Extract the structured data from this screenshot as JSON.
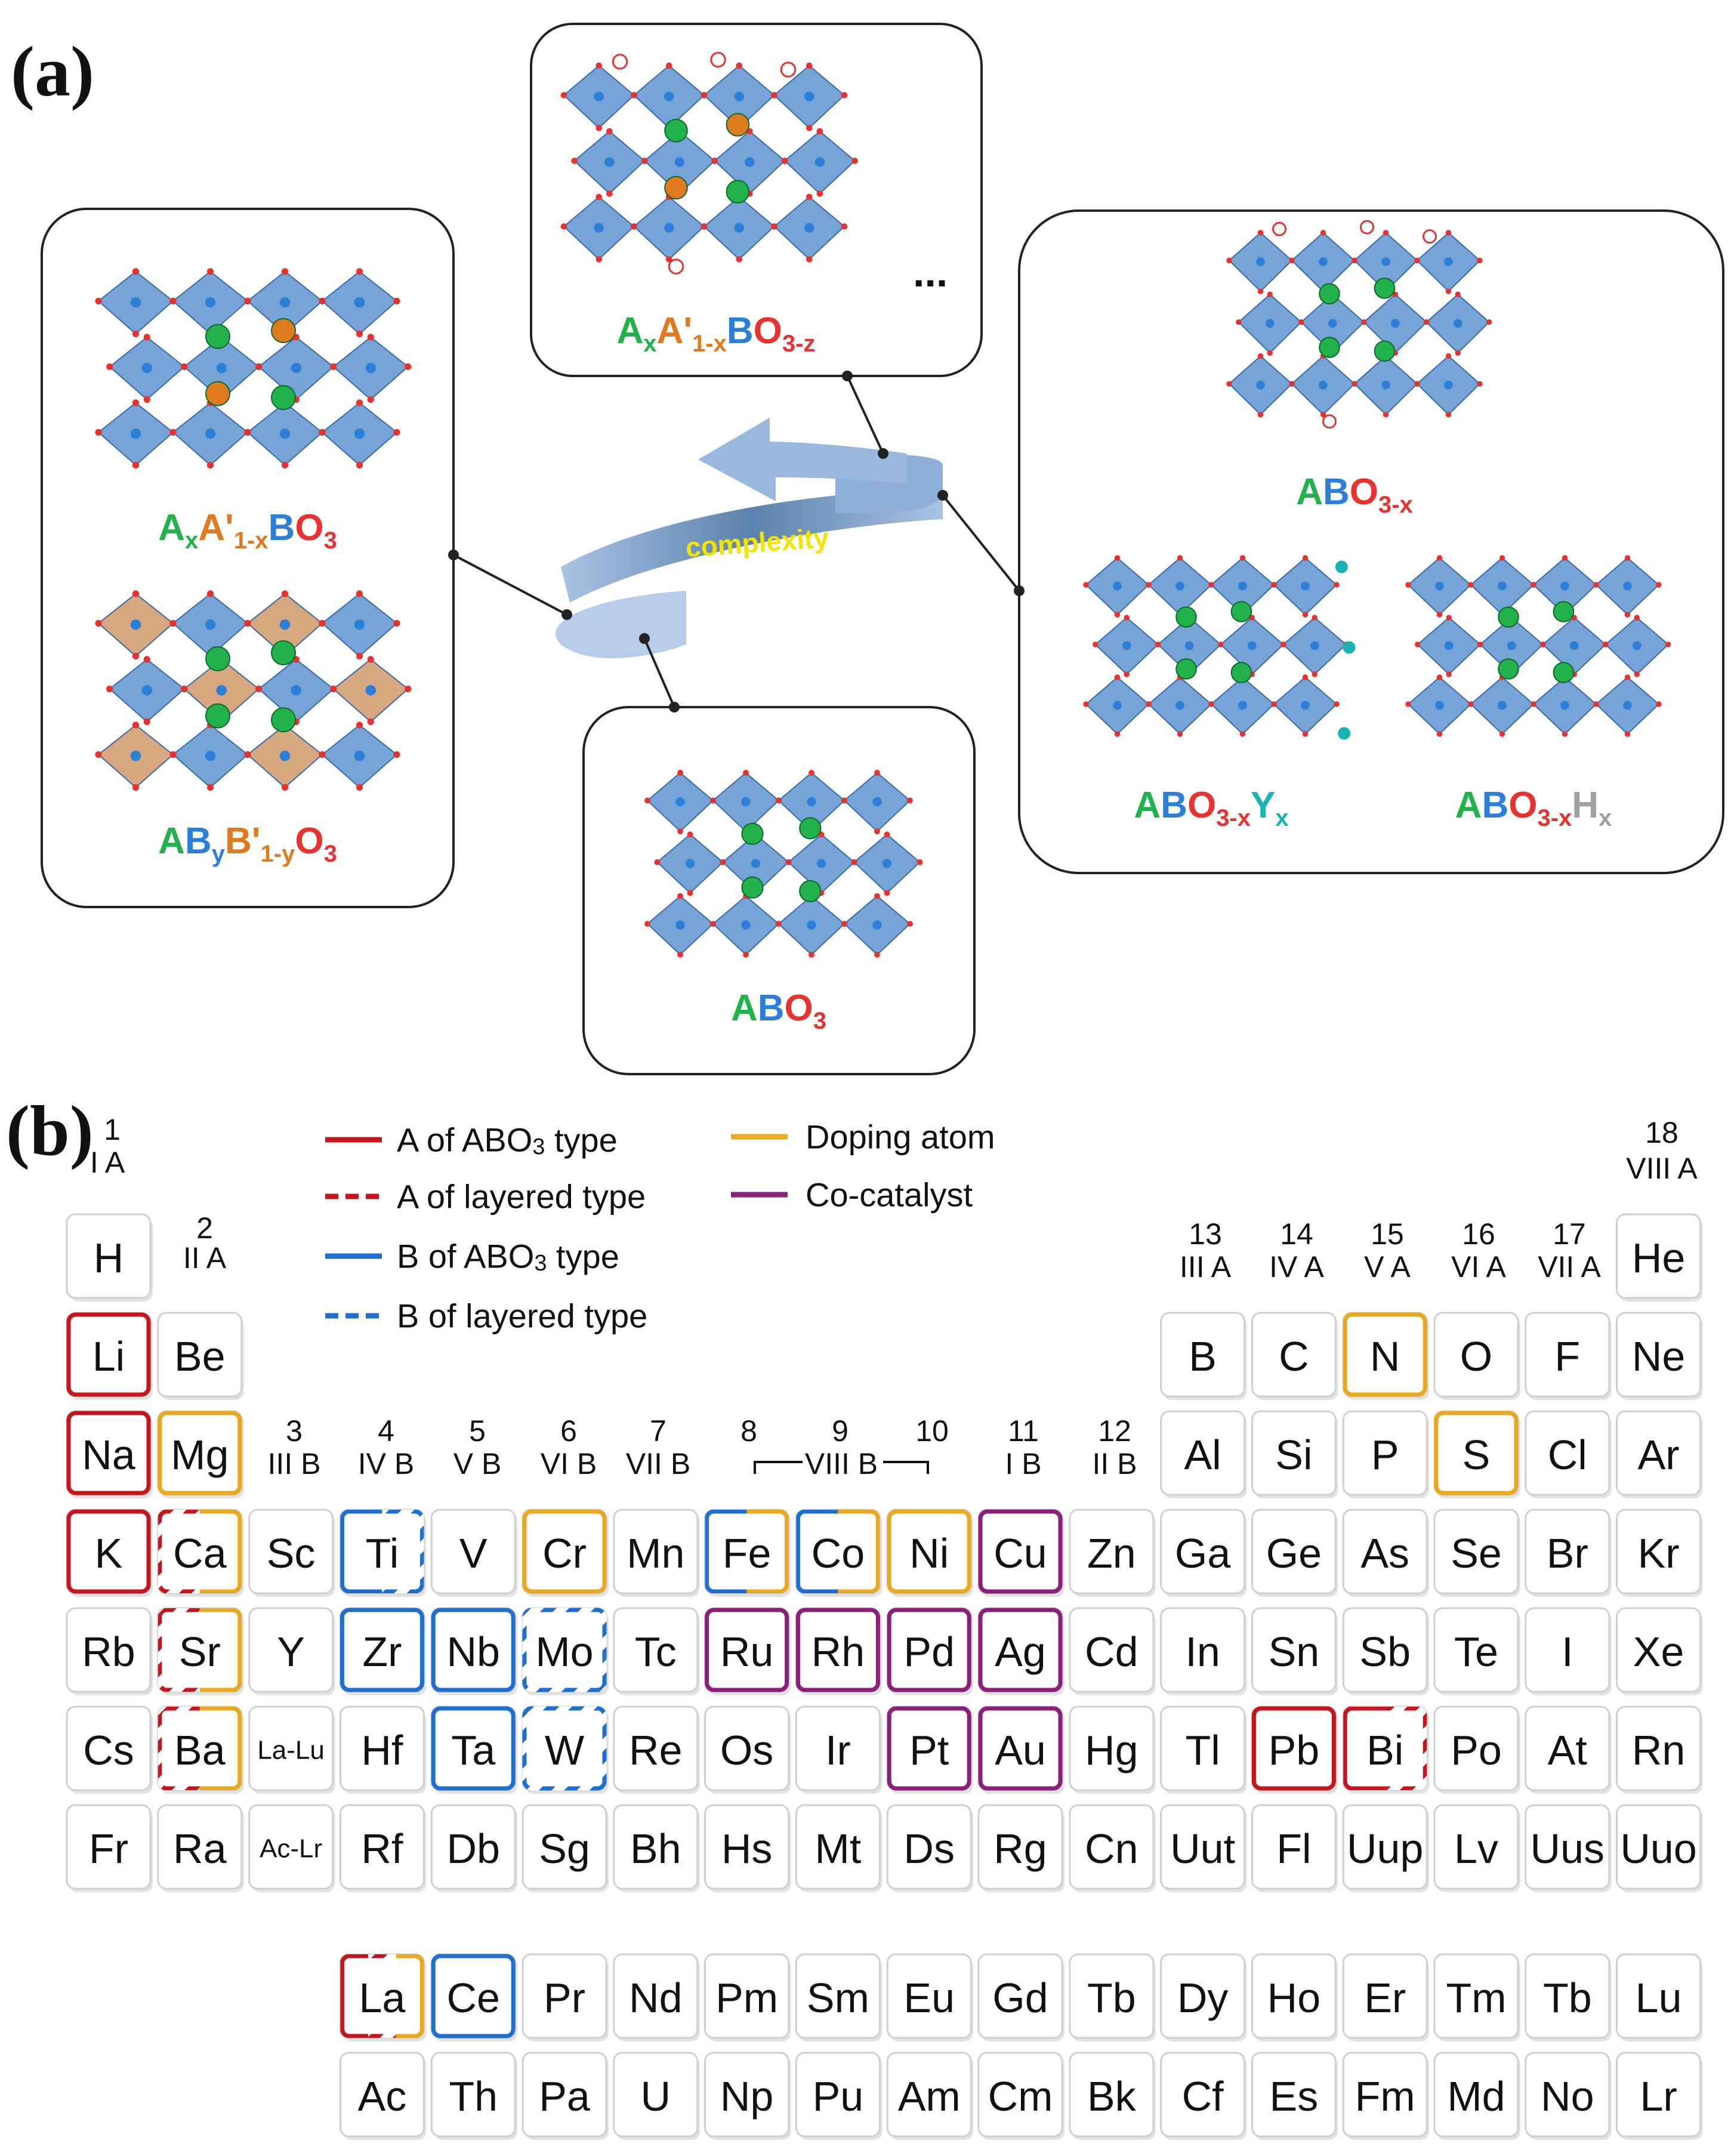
{
  "panel_a": {
    "label": "(a)",
    "center_formula": "ABO3",
    "left_formulas": [
      "AxA'1-xBO3",
      "AByB'1-yO3"
    ],
    "top_formula": "AxA'1-xBO3-z",
    "ellipsis": "...",
    "right_formulas": [
      "ABO3-x",
      "ABO3-xYx",
      "ABO3-xHx"
    ],
    "arrow_label": "complexity",
    "colors": {
      "A": "#22b24c",
      "Aprime": "#e07a1f",
      "B": "#2b7fd9",
      "O": "#e8322f",
      "Y": "#19b3b3",
      "H": "#a0a0a0",
      "octa": "#4a86c8",
      "octa2": "#c98a55",
      "arrow": "#6f93c0",
      "arrow_text": "#f4e400"
    }
  },
  "panel_b": {
    "label": "(b)",
    "legend": {
      "a_abo3": "A of ABO3 type",
      "a_layered": "A of layered type",
      "b_abo3": "B of ABO3 type",
      "b_layered": "B of layered type",
      "doping": "Doping atom",
      "cocat": "Co-catalyst"
    },
    "group_labels": {
      "g1": "1",
      "g1b": "I A",
      "g2": "2",
      "g2b": "II A",
      "g3": "3",
      "g3b": "III B",
      "g4": "4",
      "g4b": "IV B",
      "g5": "5",
      "g5b": "V B",
      "g6": "6",
      "g6b": "VI B",
      "g7": "7",
      "g7b": "VII B",
      "g8": "8",
      "g9": "9",
      "g10": "10",
      "g8b": "VIII B",
      "g11": "11",
      "g11b": "I B",
      "g12": "12",
      "g12b": "II B",
      "g13": "13",
      "g13b": "III A",
      "g14": "14",
      "g14b": "IV A",
      "g15": "15",
      "g15b": "V A",
      "g16": "16",
      "g16b": "VI A",
      "g17": "17",
      "g17b": "VII A",
      "g18": "18",
      "g18b": "VIII A"
    },
    "colors": {
      "red": "#c4161c",
      "blue": "#1f6fd1",
      "yellow": "#e9a81d",
      "purple": "#8b1f7a"
    },
    "elements": [
      {
        "s": "H",
        "r": 0,
        "c": 0
      },
      {
        "s": "He",
        "r": 0,
        "c": 17
      },
      {
        "s": "Li",
        "r": 1,
        "c": 0,
        "m": [
          "red"
        ]
      },
      {
        "s": "Be",
        "r": 1,
        "c": 1
      },
      {
        "s": "B",
        "r": 1,
        "c": 12
      },
      {
        "s": "C",
        "r": 1,
        "c": 13
      },
      {
        "s": "N",
        "r": 1,
        "c": 14,
        "m": [
          "yellow"
        ]
      },
      {
        "s": "O",
        "r": 1,
        "c": 15
      },
      {
        "s": "F",
        "r": 1,
        "c": 16
      },
      {
        "s": "Ne",
        "r": 1,
        "c": 17
      },
      {
        "s": "Na",
        "r": 2,
        "c": 0,
        "m": [
          "red"
        ]
      },
      {
        "s": "Mg",
        "r": 2,
        "c": 1,
        "m": [
          "yellow"
        ]
      },
      {
        "s": "Al",
        "r": 2,
        "c": 12
      },
      {
        "s": "Si",
        "r": 2,
        "c": 13
      },
      {
        "s": "P",
        "r": 2,
        "c": 14
      },
      {
        "s": "S",
        "r": 2,
        "c": 15,
        "m": [
          "yellow"
        ]
      },
      {
        "s": "Cl",
        "r": 2,
        "c": 16
      },
      {
        "s": "Ar",
        "r": 2,
        "c": 17
      },
      {
        "s": "K",
        "r": 3,
        "c": 0,
        "m": [
          "red"
        ]
      },
      {
        "s": "Ca",
        "r": 3,
        "c": 1,
        "m": [
          "red-d",
          "yellow"
        ]
      },
      {
        "s": "Sc",
        "r": 3,
        "c": 2
      },
      {
        "s": "Ti",
        "r": 3,
        "c": 3,
        "m": [
          "blue",
          "blue-d"
        ]
      },
      {
        "s": "V",
        "r": 3,
        "c": 4
      },
      {
        "s": "Cr",
        "r": 3,
        "c": 5,
        "m": [
          "yellow"
        ]
      },
      {
        "s": "Mn",
        "r": 3,
        "c": 6
      },
      {
        "s": "Fe",
        "r": 3,
        "c": 7,
        "m": [
          "blue",
          "yellow"
        ]
      },
      {
        "s": "Co",
        "r": 3,
        "c": 8,
        "m": [
          "blue",
          "yellow"
        ]
      },
      {
        "s": "Ni",
        "r": 3,
        "c": 9,
        "m": [
          "yellow"
        ]
      },
      {
        "s": "Cu",
        "r": 3,
        "c": 10,
        "m": [
          "purple"
        ]
      },
      {
        "s": "Zn",
        "r": 3,
        "c": 11
      },
      {
        "s": "Ga",
        "r": 3,
        "c": 12
      },
      {
        "s": "Ge",
        "r": 3,
        "c": 13
      },
      {
        "s": "As",
        "r": 3,
        "c": 14
      },
      {
        "s": "Se",
        "r": 3,
        "c": 15
      },
      {
        "s": "Br",
        "r": 3,
        "c": 16
      },
      {
        "s": "Kr",
        "r": 3,
        "c": 17
      },
      {
        "s": "Rb",
        "r": 4,
        "c": 0
      },
      {
        "s": "Sr",
        "r": 4,
        "c": 1,
        "m": [
          "red-d",
          "yellow"
        ]
      },
      {
        "s": "Y",
        "r": 4,
        "c": 2
      },
      {
        "s": "Zr",
        "r": 4,
        "c": 3,
        "m": [
          "blue"
        ]
      },
      {
        "s": "Nb",
        "r": 4,
        "c": 4,
        "m": [
          "blue"
        ]
      },
      {
        "s": "Mo",
        "r": 4,
        "c": 5,
        "m": [
          "blue-d"
        ]
      },
      {
        "s": "Tc",
        "r": 4,
        "c": 6
      },
      {
        "s": "Ru",
        "r": 4,
        "c": 7,
        "m": [
          "purple"
        ]
      },
      {
        "s": "Rh",
        "r": 4,
        "c": 8,
        "m": [
          "purple"
        ]
      },
      {
        "s": "Pd",
        "r": 4,
        "c": 9,
        "m": [
          "purple"
        ]
      },
      {
        "s": "Ag",
        "r": 4,
        "c": 10,
        "m": [
          "purple"
        ]
      },
      {
        "s": "Cd",
        "r": 4,
        "c": 11
      },
      {
        "s": "In",
        "r": 4,
        "c": 12
      },
      {
        "s": "Sn",
        "r": 4,
        "c": 13
      },
      {
        "s": "Sb",
        "r": 4,
        "c": 14
      },
      {
        "s": "Te",
        "r": 4,
        "c": 15
      },
      {
        "s": "I",
        "r": 4,
        "c": 16
      },
      {
        "s": "Xe",
        "r": 4,
        "c": 17
      },
      {
        "s": "Cs",
        "r": 5,
        "c": 0
      },
      {
        "s": "Ba",
        "r": 5,
        "c": 1,
        "m": [
          "red-d",
          "yellow"
        ]
      },
      {
        "s": "La-Lu",
        "r": 5,
        "c": 2,
        "small": true
      },
      {
        "s": "Hf",
        "r": 5,
        "c": 3
      },
      {
        "s": "Ta",
        "r": 5,
        "c": 4,
        "m": [
          "blue"
        ]
      },
      {
        "s": "W",
        "r": 5,
        "c": 5,
        "m": [
          "blue-d"
        ]
      },
      {
        "s": "Re",
        "r": 5,
        "c": 6
      },
      {
        "s": "Os",
        "r": 5,
        "c": 7
      },
      {
        "s": "Ir",
        "r": 5,
        "c": 8
      },
      {
        "s": "Pt",
        "r": 5,
        "c": 9,
        "m": [
          "purple"
        ]
      },
      {
        "s": "Au",
        "r": 5,
        "c": 10,
        "m": [
          "purple"
        ]
      },
      {
        "s": "Hg",
        "r": 5,
        "c": 11
      },
      {
        "s": "Tl",
        "r": 5,
        "c": 12
      },
      {
        "s": "Pb",
        "r": 5,
        "c": 13,
        "m": [
          "red"
        ]
      },
      {
        "s": "Bi",
        "r": 5,
        "c": 14,
        "m": [
          "red",
          "red-d"
        ]
      },
      {
        "s": "Po",
        "r": 5,
        "c": 15
      },
      {
        "s": "At",
        "r": 5,
        "c": 16
      },
      {
        "s": "Rn",
        "r": 5,
        "c": 17
      },
      {
        "s": "Fr",
        "r": 6,
        "c": 0
      },
      {
        "s": "Ra",
        "r": 6,
        "c": 1
      },
      {
        "s": "Ac-Lr",
        "r": 6,
        "c": 2,
        "small": true
      },
      {
        "s": "Rf",
        "r": 6,
        "c": 3
      },
      {
        "s": "Db",
        "r": 6,
        "c": 4
      },
      {
        "s": "Sg",
        "r": 6,
        "c": 5
      },
      {
        "s": "Bh",
        "r": 6,
        "c": 6
      },
      {
        "s": "Hs",
        "r": 6,
        "c": 7
      },
      {
        "s": "Mt",
        "r": 6,
        "c": 8
      },
      {
        "s": "Ds",
        "r": 6,
        "c": 9
      },
      {
        "s": "Rg",
        "r": 6,
        "c": 10
      },
      {
        "s": "Cn",
        "r": 6,
        "c": 11
      },
      {
        "s": "Uut",
        "r": 6,
        "c": 12
      },
      {
        "s": "Fl",
        "r": 6,
        "c": 13
      },
      {
        "s": "Uup",
        "r": 6,
        "c": 14
      },
      {
        "s": "Lv",
        "r": 6,
        "c": 15
      },
      {
        "s": "Uus",
        "r": 6,
        "c": 16
      },
      {
        "s": "Uuo",
        "r": 6,
        "c": 17
      },
      {
        "s": "La",
        "r": 7,
        "c": 3,
        "m": [
          "red",
          "red-d",
          "yellow"
        ]
      },
      {
        "s": "Ce",
        "r": 7,
        "c": 4,
        "m": [
          "blue"
        ]
      },
      {
        "s": "Pr",
        "r": 7,
        "c": 5
      },
      {
        "s": "Nd",
        "r": 7,
        "c": 6
      },
      {
        "s": "Pm",
        "r": 7,
        "c": 7
      },
      {
        "s": "Sm",
        "r": 7,
        "c": 8
      },
      {
        "s": "Eu",
        "r": 7,
        "c": 9
      },
      {
        "s": "Gd",
        "r": 7,
        "c": 10
      },
      {
        "s": "Tb",
        "r": 7,
        "c": 11
      },
      {
        "s": "Dy",
        "r": 7,
        "c": 12
      },
      {
        "s": "Ho",
        "r": 7,
        "c": 13
      },
      {
        "s": "Er",
        "r": 7,
        "c": 14
      },
      {
        "s": "Tm",
        "r": 7,
        "c": 15
      },
      {
        "s": "Tb",
        "r": 7,
        "c": 16
      },
      {
        "s": "Lu",
        "r": 7,
        "c": 17
      },
      {
        "s": "Ac",
        "r": 8,
        "c": 3
      },
      {
        "s": "Th",
        "r": 8,
        "c": 4
      },
      {
        "s": "Pa",
        "r": 8,
        "c": 5
      },
      {
        "s": "U",
        "r": 8,
        "c": 6
      },
      {
        "s": "Np",
        "r": 8,
        "c": 7
      },
      {
        "s": "Pu",
        "r": 8,
        "c": 8
      },
      {
        "s": "Am",
        "r": 8,
        "c": 9
      },
      {
        "s": "Cm",
        "r": 8,
        "c": 10
      },
      {
        "s": "Bk",
        "r": 8,
        "c": 11
      },
      {
        "s": "Cf",
        "r": 8,
        "c": 12
      },
      {
        "s": "Es",
        "r": 8,
        "c": 13
      },
      {
        "s": "Fm",
        "r": 8,
        "c": 14
      },
      {
        "s": "Md",
        "r": 8,
        "c": 15
      },
      {
        "s": "No",
        "r": 8,
        "c": 16
      },
      {
        "s": "Lr",
        "r": 8,
        "c": 17
      }
    ]
  }
}
